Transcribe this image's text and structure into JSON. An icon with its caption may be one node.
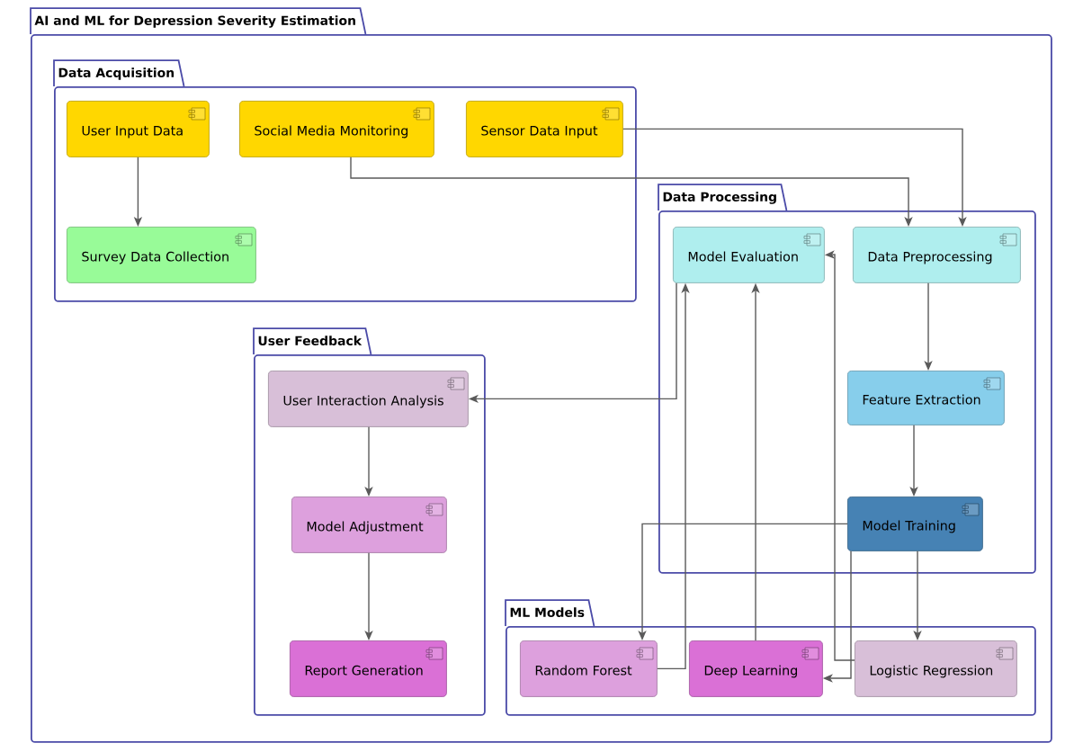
{
  "diagram": {
    "nodes": [
      {
        "text": [
          "AI and ML for Depression Severity Estimation"
        ]
      },
      {
        "text": [
          "Data Acquisition"
        ],
        "in": 0
      },
      {
        "text": [
          "User Input Data"
        ],
        "in": 1
      },
      {
        "text": [
          "Social Media Monitoring"
        ],
        "in": 1
      },
      {
        "text": [
          "Sensor Data Input"
        ],
        "in": 1
      },
      {
        "text": [
          "Survey Data Collection"
        ],
        "in": 1
      },
      {
        "text": [
          "Data Processing"
        ],
        "in": 0
      },
      {
        "text": [
          "Model Evaluation"
        ],
        "in": 6
      },
      {
        "text": [
          "Data Preprocessing"
        ],
        "in": 6
      },
      {
        "text": [
          "Feature Extraction"
        ],
        "in": 6
      },
      {
        "text": [
          "Model Training"
        ],
        "in": 6
      },
      {
        "text": [
          "User Feedback"
        ],
        "in": 0
      },
      {
        "text": [
          "User Interaction Analysis"
        ],
        "in": 11
      },
      {
        "text": [
          "Model Adjustment"
        ],
        "in": 11
      },
      {
        "text": [
          "Report Generation"
        ],
        "in": 11
      },
      {
        "text": [
          "ML Models"
        ],
        "in": 0
      },
      {
        "text": [
          "Random Forest"
        ],
        "in": 15
      },
      {
        "text": [
          "Deep Learning"
        ],
        "in": 15
      },
      {
        "text": [
          "Logistic Regression"
        ],
        "in": 15
      }
    ],
    "edges": [
      {
        "from": 2,
        "to": 5,
        "arrow": "to"
      },
      {
        "from": 3,
        "to": 8,
        "arrow": "to"
      },
      {
        "from": 4,
        "to": 8,
        "arrow": "to"
      },
      {
        "from": 8,
        "to": 9,
        "arrow": "to"
      },
      {
        "from": 9,
        "to": 10,
        "arrow": "to"
      },
      {
        "from": 7,
        "to": 12,
        "arrow": "to"
      },
      {
        "from": 12,
        "to": 13,
        "arrow": "to"
      },
      {
        "from": 13,
        "to": 14,
        "arrow": "to"
      },
      {
        "from": 10,
        "to": 16,
        "arrow": "to"
      },
      {
        "from": 10,
        "to": 17,
        "arrow": "to"
      },
      {
        "from": 10,
        "to": 18,
        "arrow": "to"
      },
      {
        "from": 16,
        "to": 7,
        "arrow": "to"
      },
      {
        "from": 17,
        "to": 7,
        "arrow": "to"
      },
      {
        "from": 18,
        "to": 7,
        "arrow": "to"
      }
    ]
  }
}
